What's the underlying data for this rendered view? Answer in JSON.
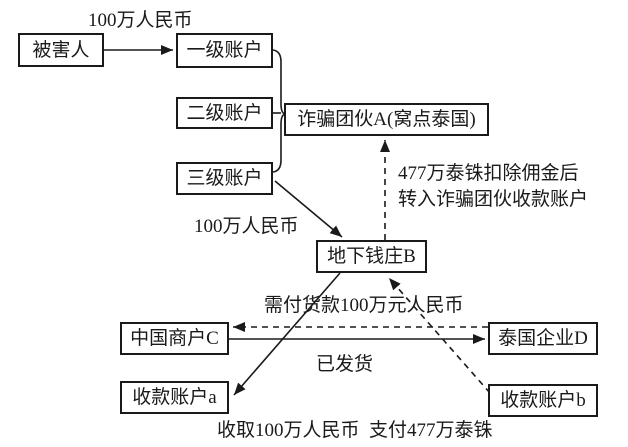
{
  "diagram": {
    "nodes": {
      "victim": "被害人",
      "level1_account": "一级账户",
      "level2_account": "二级账户",
      "level3_account": "三级账户",
      "fraud_gang": "诈骗团伙A(窝点泰国)",
      "underground_bank": "地下钱庄B",
      "china_merchant": "中国商户C",
      "receiving_account_a": "收款账户a",
      "thai_company": "泰国企业D",
      "receiving_account_b": "收款账户b"
    },
    "labels": {
      "top_transfer": "100万人民币",
      "mid_transfer": "100万人民币",
      "baht_line1": "477万泰铢扣除佣金后",
      "baht_line2": "转入诈骗团伙收款账户",
      "payment_due": "需付货款100万元人民币",
      "shipped": "已发货",
      "bottom_caption": "收取100万人民币  支付477万泰铢"
    },
    "colors": {
      "line": "#1a1a1a",
      "background": "#ffffff",
      "text": "#1a1a1a"
    }
  }
}
